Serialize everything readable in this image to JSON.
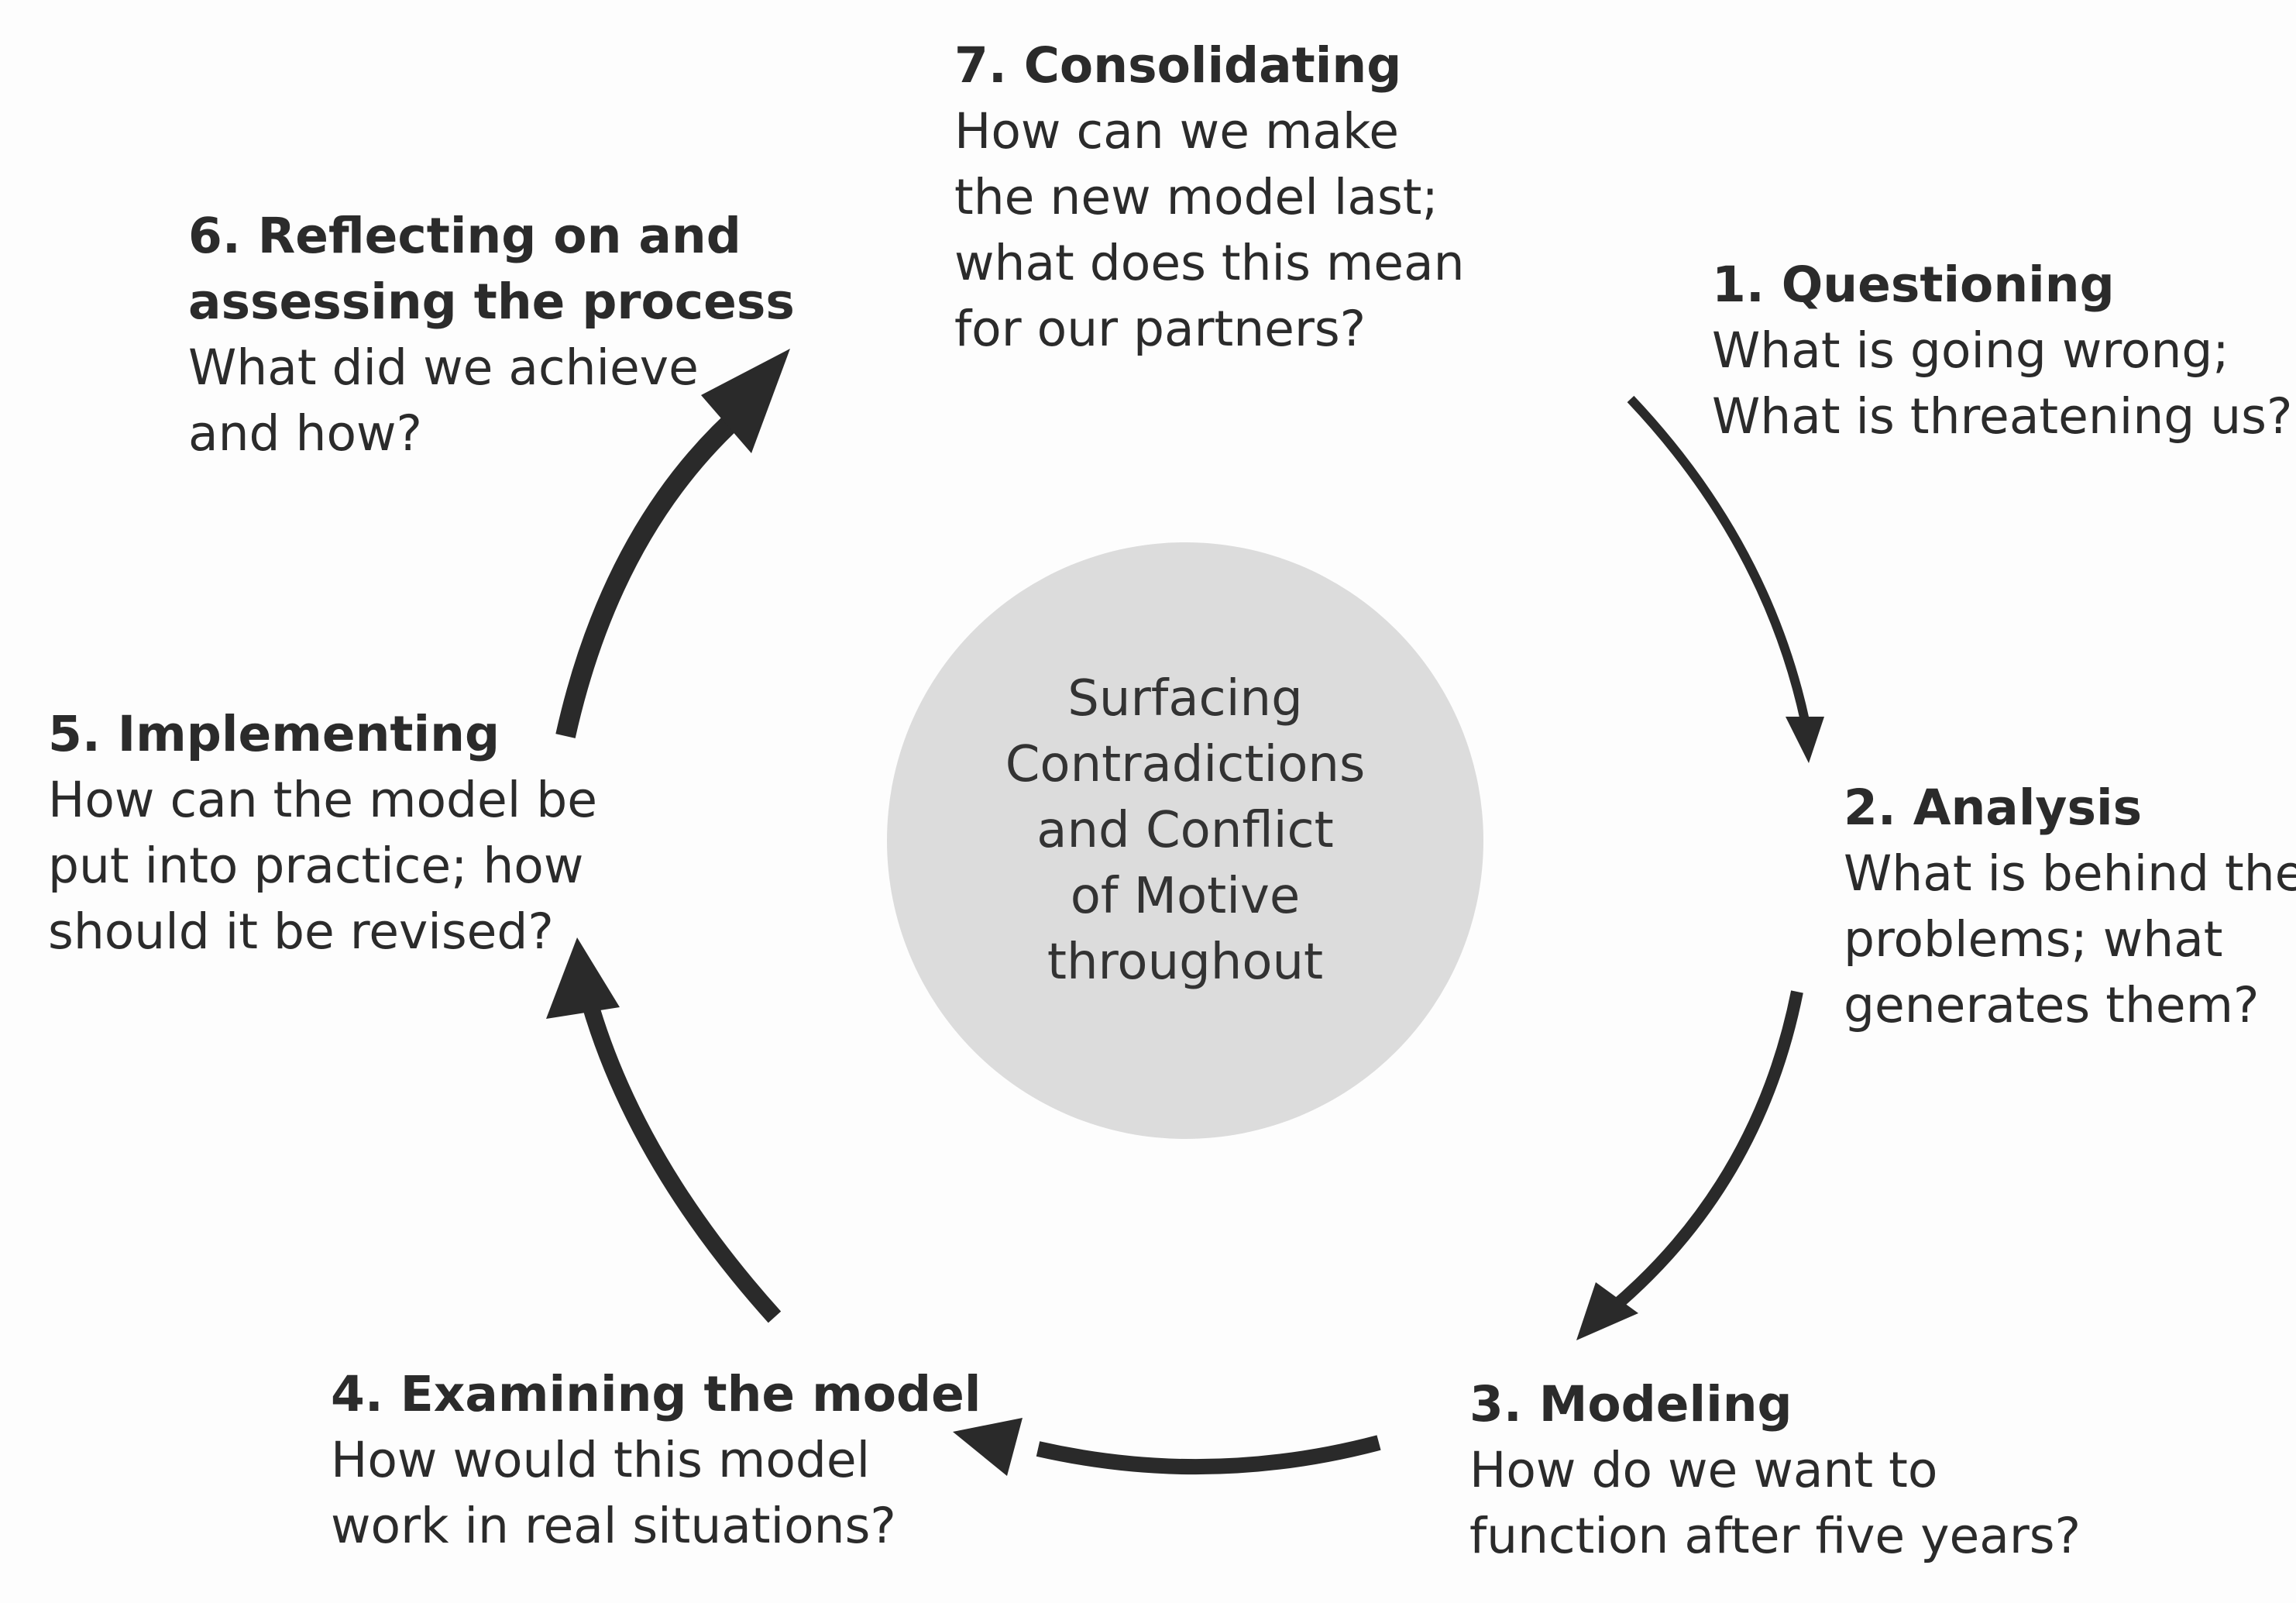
{
  "center": {
    "lines": [
      "Surfacing",
      "Contradictions",
      "and Conflict",
      "of Motive",
      "throughout"
    ],
    "fill": "#dcdcdc"
  },
  "colors": {
    "arrow": "#2a2a2a",
    "text": "#2b2b2b"
  },
  "steps": [
    {
      "title_lines": [
        "1. Questioning"
      ],
      "question_lines": [
        "What is going wrong;",
        "What is threatening us?"
      ]
    },
    {
      "title_lines": [
        "2. Analysis"
      ],
      "question_lines": [
        "What is behind the",
        "problems; what",
        "generates them?"
      ]
    },
    {
      "title_lines": [
        "3. Modeling"
      ],
      "question_lines": [
        "How do we want to",
        "function after five years?"
      ]
    },
    {
      "title_lines": [
        "4. Examining the model"
      ],
      "question_lines": [
        "How would this model",
        "work in real situations?"
      ]
    },
    {
      "title_lines": [
        "5. Implementing"
      ],
      "question_lines": [
        "How can the model be",
        "put into practice; how",
        "should it be  revised?"
      ]
    },
    {
      "title_lines": [
        "6. Reflecting on and",
        "assessing the process"
      ],
      "question_lines": [
        "What did we achieve",
        "and how?"
      ]
    },
    {
      "title_lines": [
        "7. Consolidating"
      ],
      "question_lines": [
        "How can we make",
        "the new model last;",
        "what does this mean",
        "for our partners?"
      ]
    }
  ]
}
